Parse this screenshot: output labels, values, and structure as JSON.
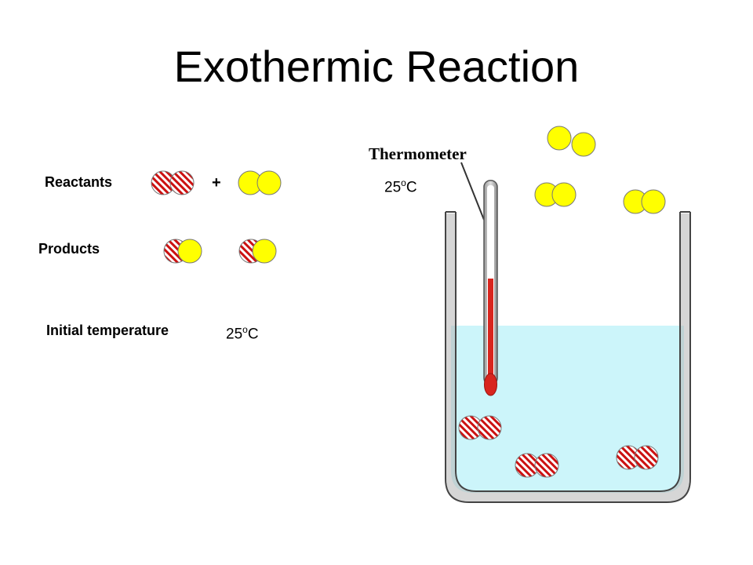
{
  "title": "Exothermic Reaction",
  "labels": {
    "reactants": "Reactants",
    "plus": "+",
    "products": "Products",
    "initial_temperature": "Initial temperature",
    "thermometer": "Thermometer"
  },
  "temperatures": {
    "initial": {
      "value": "25",
      "sup": "o",
      "unit": "C"
    },
    "thermometer": {
      "value": "25",
      "sup": "o",
      "unit": "C"
    }
  },
  "colors": {
    "water": "#ccf5fa",
    "striped_molecule": "#cc1111",
    "yellow_molecule": "#ffff00",
    "mercury": "#d8251e"
  }
}
